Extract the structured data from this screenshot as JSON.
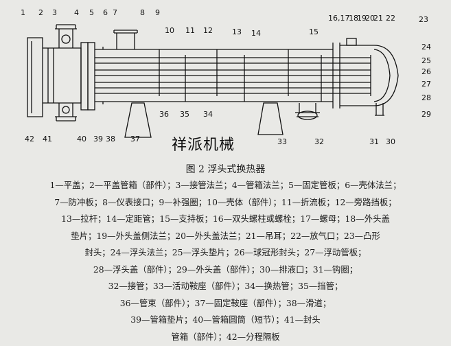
{
  "watermark": "祥派机械",
  "caption": "图 2  浮头式换热器",
  "part_numbers": [
    "1",
    "2",
    "3",
    "4",
    "5",
    "6",
    "7",
    "8",
    "9",
    "10",
    "11",
    "12",
    "13",
    "14",
    "15",
    "16,17",
    "18",
    "19",
    "20",
    "21",
    "22",
    "23",
    "24",
    "25",
    "26",
    "27",
    "28",
    "29",
    "30",
    "31",
    "32",
    "33",
    "34",
    "35",
    "36",
    "37",
    "38",
    "39",
    "40",
    "41",
    "42"
  ],
  "legend_lines": [
    "1—平盖；2—平盖管箱（部件）；3—接管法兰；4—管箱法兰；5—固定管板；6—壳体法兰；",
    "7—防冲板；8—仪表接口；9—补强圈；10—壳体（部件）；11—折流板；12—旁路挡板；",
    "13—拉杆；14—定距管；15—支持板；16—双头螺柱或螺栓；17—螺母；18—外头盖",
    "垫片；19—外头盖侧法兰；20—外头盖法兰；21—吊耳；22—放气口；23—凸形",
    "封头；24—浮头法兰；25—浮头垫片；26—球冠形封头；27—浮动管板；",
    "28—浮头盖（部件）；29—外头盖（部件）；30—排液口；31—钩圈；",
    "32—接管；33—活动鞍座（部件）；34—换热管；35—挡管；",
    "36—管束（部件）；37—固定鞍座（部件）；38—滑道；",
    "39—管箱垫片；40—管箱圆筒（短节）；41—封头",
    "管箱（部件）；42—分程隔板"
  ]
}
